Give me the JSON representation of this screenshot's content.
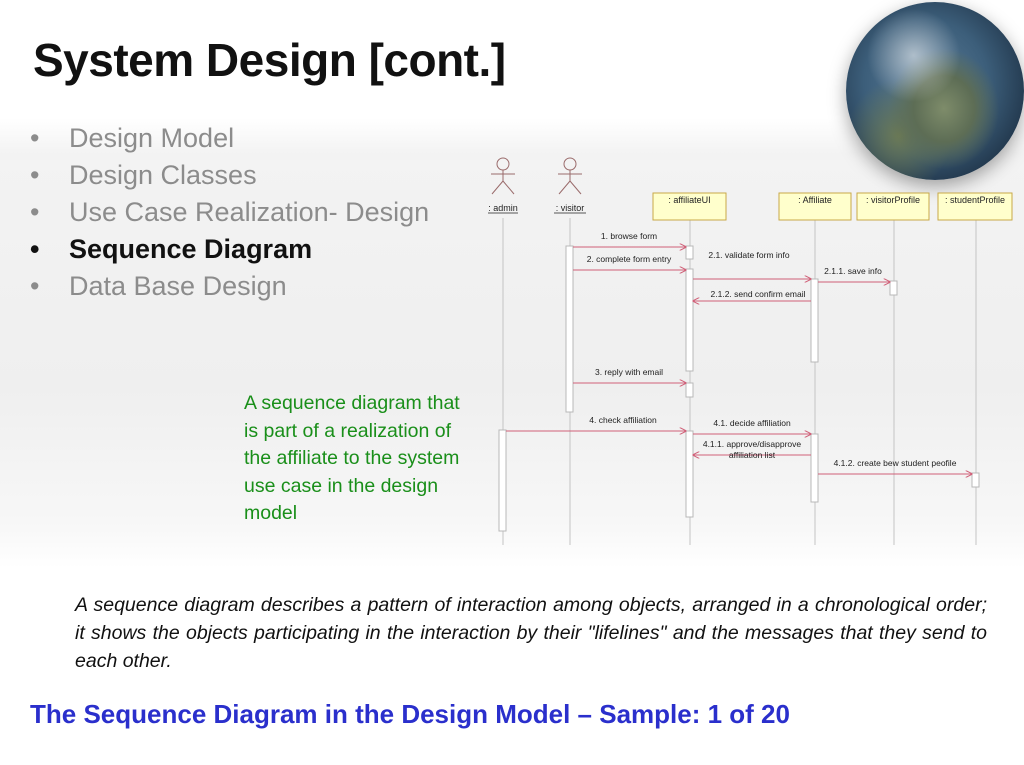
{
  "slide": {
    "title": "System Design [cont.]",
    "bullets": [
      {
        "label": "Design Model",
        "active": false
      },
      {
        "label": "Design Classes",
        "active": false
      },
      {
        "label": "Use Case Realization- Design",
        "active": false
      },
      {
        "label": "Sequence Diagram",
        "active": true
      },
      {
        "label": "Data Base Design",
        "active": false
      }
    ],
    "note": "A sequence diagram that is part of a realization of the affiliate to the system use case in the design model",
    "description": "A sequence diagram describes a pattern of interaction among objects, arranged in a chronological order; it shows the objects participating in the interaction by their \"lifelines\" and the messages that they send to each other.",
    "footer": "The Sequence Diagram in the Design Model – Sample: 1 of 20"
  },
  "sequence_diagram": {
    "actors": [
      {
        "id": "admin",
        "label": ": admin"
      },
      {
        "id": "visitor",
        "label": ": visitor"
      }
    ],
    "objects": [
      {
        "id": "affiliateUI",
        "label": ": affiliateUI"
      },
      {
        "id": "affiliate",
        "label": ": Affiliate"
      },
      {
        "id": "visitorProfile",
        "label": ": visitorProfile"
      },
      {
        "id": "studentProfile",
        "label": ": studentProfile"
      }
    ],
    "messages": [
      {
        "id": "m1",
        "label": "1. browse form",
        "from": "visitor",
        "to": "affiliateUI"
      },
      {
        "id": "m2",
        "label": "2. complete  form entry",
        "from": "visitor",
        "to": "affiliateUI"
      },
      {
        "id": "m21",
        "label": "2.1. validate form info",
        "from": "affiliateUI",
        "to": "affiliate"
      },
      {
        "id": "m211",
        "label": "2.1.1. save info",
        "from": "affiliate",
        "to": "visitorProfile"
      },
      {
        "id": "m212",
        "label": "2.1.2. send confirm email",
        "from": "affiliate",
        "to": "affiliateUI"
      },
      {
        "id": "m3",
        "label": "3. reply with email",
        "from": "visitor",
        "to": "affiliateUI"
      },
      {
        "id": "m4",
        "label": "4. check affiliation",
        "from": "admin",
        "to": "affiliateUI"
      },
      {
        "id": "m41",
        "label": "4.1. decide affiliation",
        "from": "affiliateUI",
        "to": "affiliate"
      },
      {
        "id": "m411",
        "label": "4.1.1. approve/disapprove affiliation list",
        "from": "affiliate",
        "to": "affiliateUI"
      },
      {
        "id": "m412",
        "label": "4.1.2. create bew student peofile",
        "from": "affiliate",
        "to": "studentProfile"
      }
    ]
  },
  "colors": {
    "title": "#111111",
    "bullet_inactive": "#8c8c8c",
    "note": "#1a8f1a",
    "footer": "#2a2fcc",
    "object_box_fill": "#ffffcc",
    "object_box_border": "#c8a848",
    "arrow": "#d06078"
  }
}
